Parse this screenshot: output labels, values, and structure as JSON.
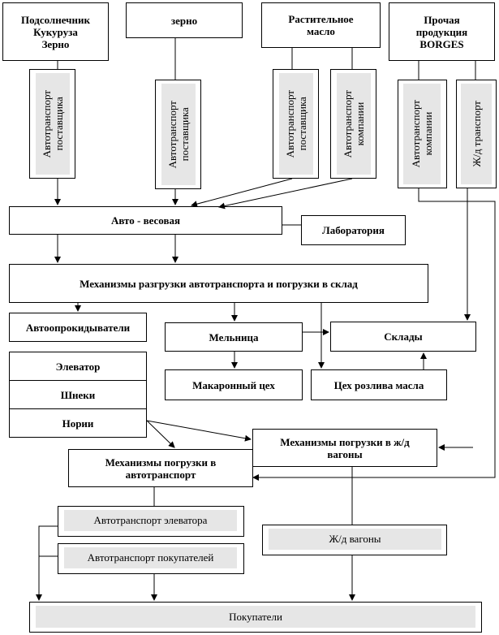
{
  "sources": {
    "sunflower": "Подсолнечник\nКукуруза\nЗерно",
    "grain": "зерно",
    "oil": "Растительное\nмасло",
    "borges": "Прочая\nпродукция\nBORGES"
  },
  "transport": {
    "supplier_1": "Автотранспорт\nпоставщика",
    "supplier_2": "Автотранспорт\nпоставщика",
    "supplier_3": "Автотранспорт\nпоставщика",
    "company_1": "Автотранспорт\nкомпании",
    "company_2": "Автотранспорт\nкомпании",
    "rail": "Ж/д транспорт"
  },
  "nodes": {
    "weighbridge": "Авто - весовая",
    "lab": "Лаборатория",
    "unloading": "Механизмы разгрузки автотранспорта и погрузки в склад",
    "tippers": "Автоопрокидыватели",
    "mill": "Мельница",
    "warehouses": "Склады",
    "pasta": "Макаронный цех",
    "oil_bottling": "Цех розлива масла",
    "elevator": "Элеватор",
    "screws": "Шнеки",
    "norias": "Нории",
    "rail_loading": "Механизмы погрузки в ж/д вагоны",
    "auto_loading": "Механизмы погрузки в автотранспорт",
    "elevator_trucks": "Автотранспорт элеватора",
    "buyer_trucks": "Автотранспорт покупателей",
    "rail_cars": "Ж/д вагоны",
    "buyers": "Покупатели"
  }
}
